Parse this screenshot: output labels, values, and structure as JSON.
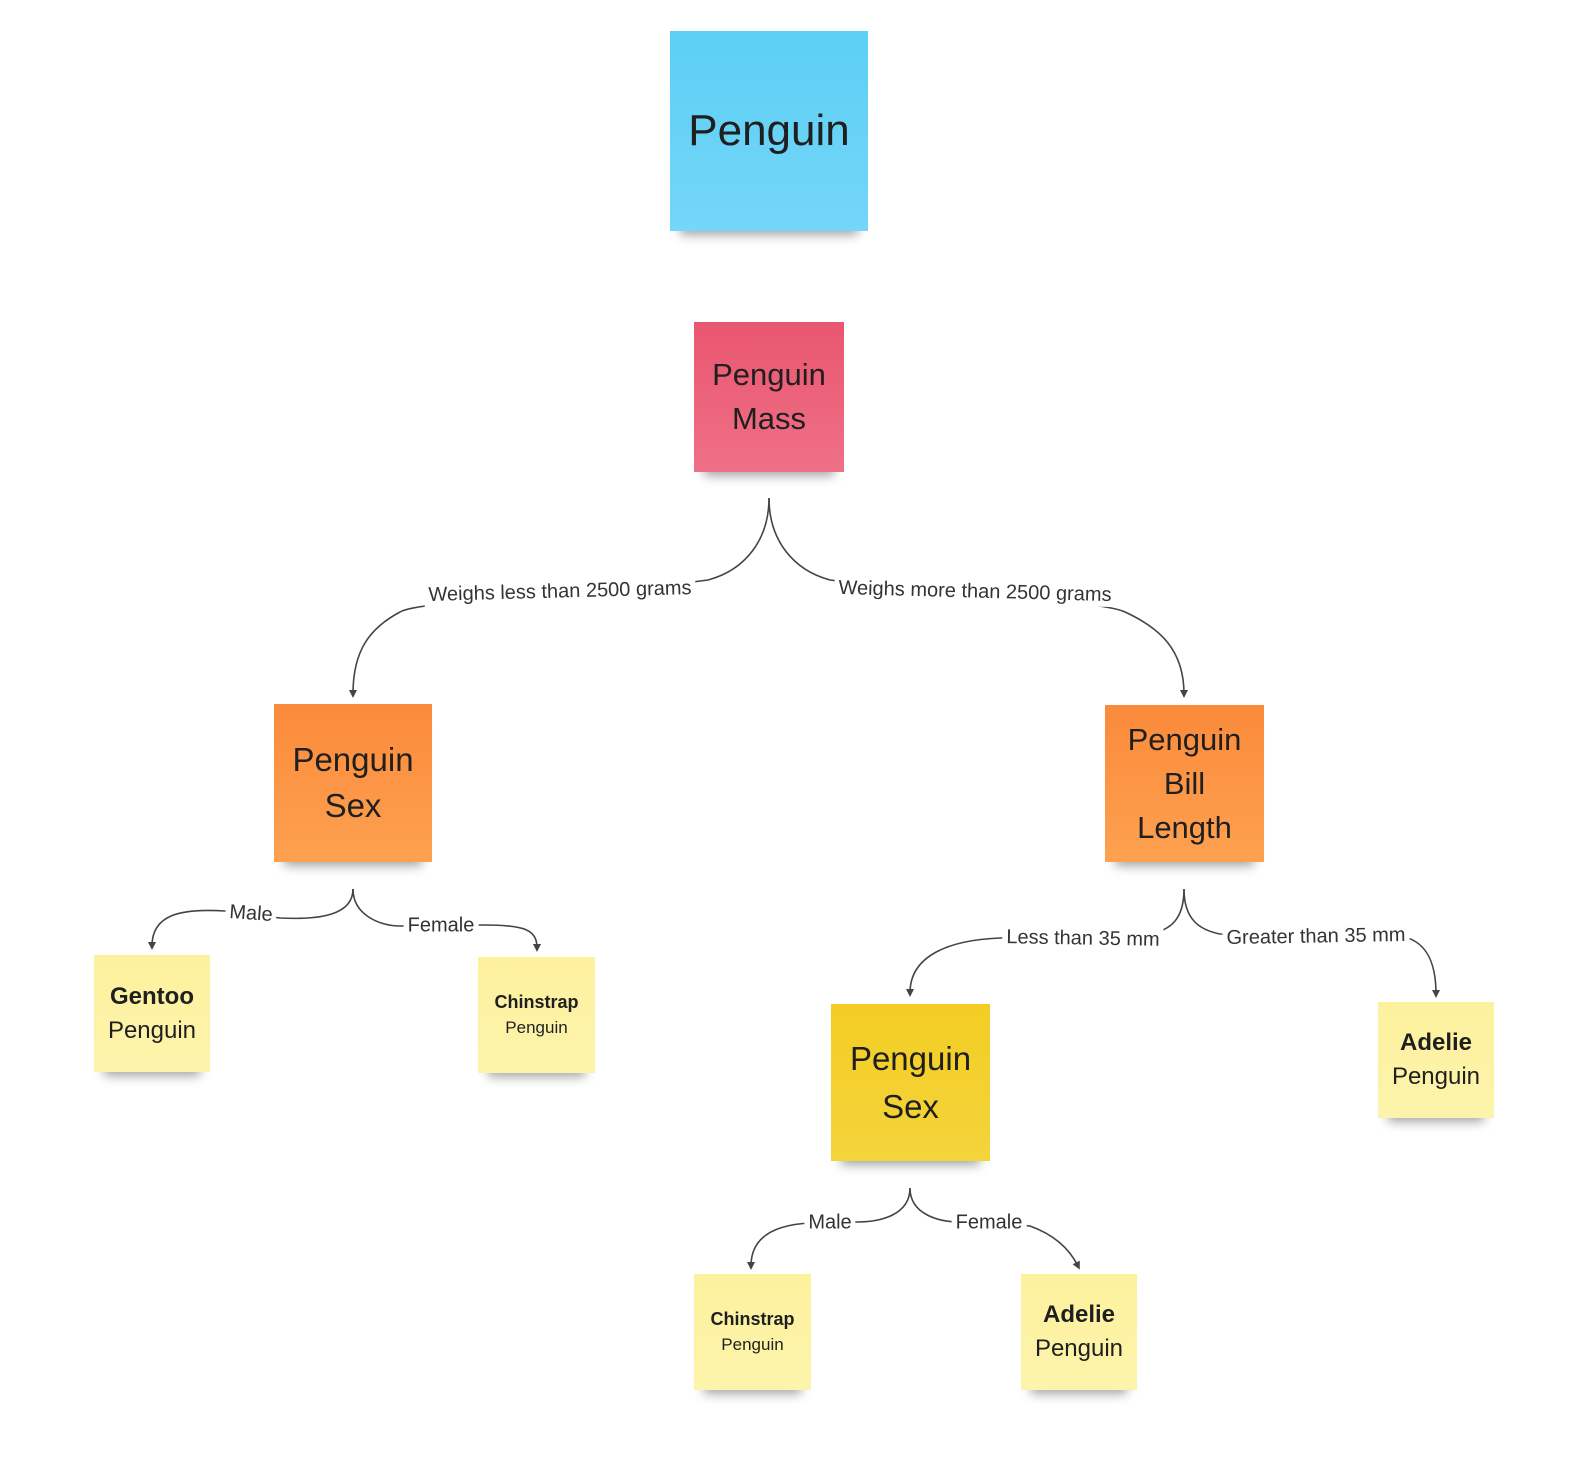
{
  "nodes": {
    "root": {
      "line1": "Penguin"
    },
    "mass": {
      "line1": "Penguin",
      "line2": "Mass"
    },
    "sex_left": {
      "line1": "Penguin",
      "line2": "Sex"
    },
    "bill": {
      "line1": "Penguin",
      "line2": "Bill",
      "line3": "Length"
    },
    "sex_mid": {
      "line1": "Penguin",
      "line2": "Sex"
    },
    "leaf_gentoo": {
      "line1": "Gentoo",
      "line2": "Penguin"
    },
    "leaf_chinstrap_1": {
      "line1": "Chinstrap",
      "line2": "Penguin"
    },
    "leaf_adelie_1": {
      "line1": "Adelie",
      "line2": "Penguin"
    },
    "leaf_chinstrap_2": {
      "line1": "Chinstrap",
      "line2": "Penguin"
    },
    "leaf_adelie_2": {
      "line1": "Adelie",
      "line2": "Penguin"
    }
  },
  "edges": {
    "mass_less": "Weighs less than 2500 grams",
    "mass_more": "Weighs more than 2500 grams",
    "sexl_male": "Male",
    "sexl_female": "Female",
    "bill_less": "Less than 35 mm",
    "bill_greater": "Greater than 35 mm",
    "sexm_male": "Male",
    "sexm_female": "Female"
  },
  "colors": {
    "root": "#5ccff5",
    "mass": "#e9566f",
    "decision": "#fb8a3b",
    "decision_alt": "#f3cd23",
    "leaf": "#fdf19d",
    "connector": "#444444"
  }
}
